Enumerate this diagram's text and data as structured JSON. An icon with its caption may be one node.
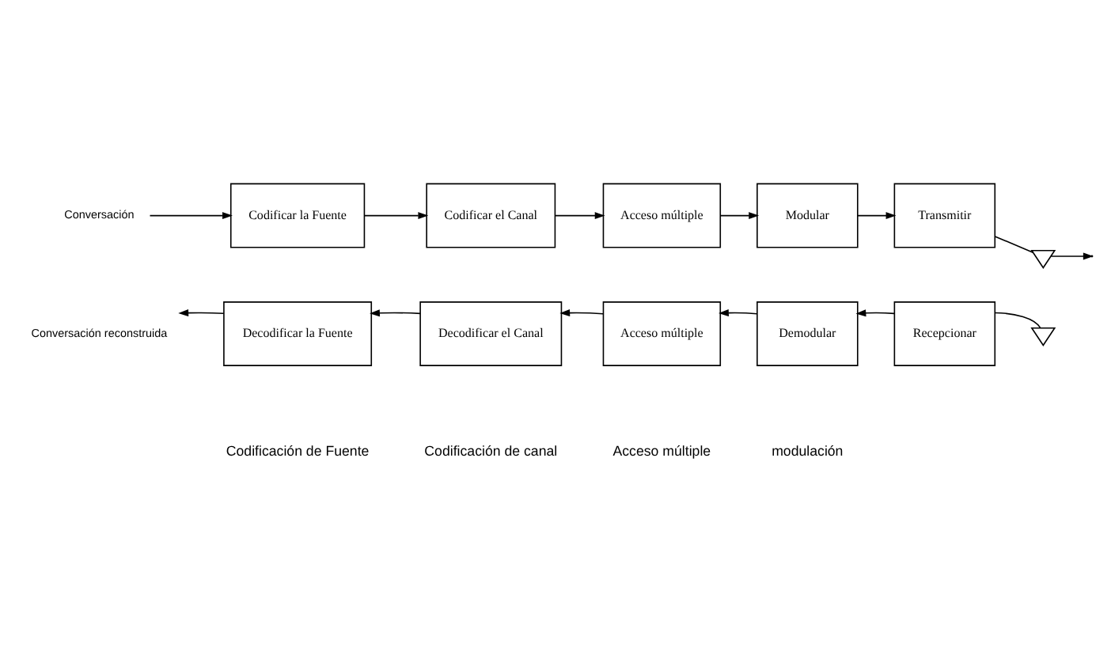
{
  "diagram": {
    "nodes": [
      {
        "text": [
          "Conversación"
        ]
      },
      {
        "text": [
          "Codificar la Fuente"
        ]
      },
      {
        "text": [
          "Codificar el Canal"
        ]
      },
      {
        "text": [
          "Acceso múltiple"
        ]
      },
      {
        "text": [
          "Modular"
        ]
      },
      {
        "text": [
          "Transmitir"
        ]
      },
      {
        "text": [],
        "shape": "triangle"
      },
      {
        "text": [],
        "shape": "triangle"
      },
      {
        "text": [
          "Recepcionar"
        ]
      },
      {
        "text": [
          "Demodular"
        ]
      },
      {
        "text": [
          "Acceso múltiple"
        ]
      },
      {
        "text": [
          "Decodificar el Canal"
        ]
      },
      {
        "text": [
          "Decodificar la Fuente"
        ]
      },
      {
        "text": [
          "Conversación reconstruida"
        ]
      }
    ],
    "edges": [
      {
        "from": 0,
        "to": 1,
        "arrow": "to"
      },
      {
        "from": 1,
        "to": 2,
        "arrow": "to"
      },
      {
        "from": 2,
        "to": 3,
        "arrow": "to"
      },
      {
        "from": 3,
        "to": 4,
        "arrow": "to"
      },
      {
        "from": 4,
        "to": 5,
        "arrow": "to"
      },
      {
        "from": 5,
        "to": 6,
        "arrow": "none"
      },
      {
        "from": 6,
        "to": null,
        "arrow": "to"
      },
      {
        "from": 8,
        "to": 7,
        "arrow": "none"
      },
      {
        "from": 8,
        "to": 9,
        "arrow": "to"
      },
      {
        "from": 9,
        "to": 10,
        "arrow": "to"
      },
      {
        "from": 10,
        "to": 11,
        "arrow": "to"
      },
      {
        "from": 11,
        "to": 12,
        "arrow": "to"
      },
      {
        "from": 12,
        "to": 13,
        "arrow": "to"
      }
    ],
    "labels": [
      "Codificación de Fuente",
      "Codificación de canal",
      "Acceso múltiple",
      "modulación"
    ]
  }
}
